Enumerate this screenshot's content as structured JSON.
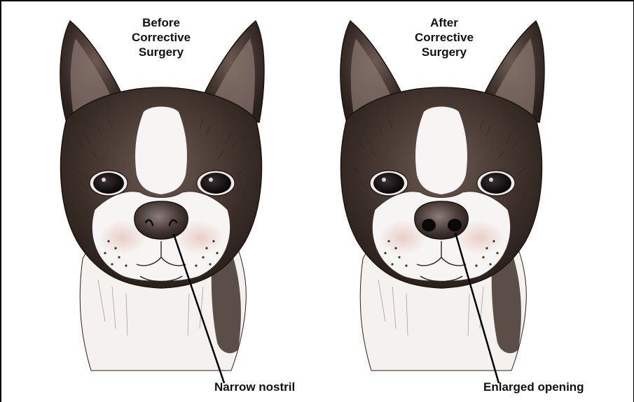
{
  "panels": [
    {
      "title_lines": [
        "Before",
        "Corrective",
        "Surgery"
      ],
      "callout": "Narrow nostril"
    },
    {
      "title_lines": [
        "After",
        "Corrective",
        "Surgery"
      ],
      "callout": "Enlarged opening"
    }
  ],
  "colors": {
    "ink": "#1a1410",
    "coat_dark": "#3b2e28",
    "coat_mid": "#6b5a52",
    "white_fur": "#f7f5f3",
    "nose": "#4a3d3a",
    "nostril": "#0a0808",
    "pink": "#e8c9c4",
    "border": "#000000"
  }
}
